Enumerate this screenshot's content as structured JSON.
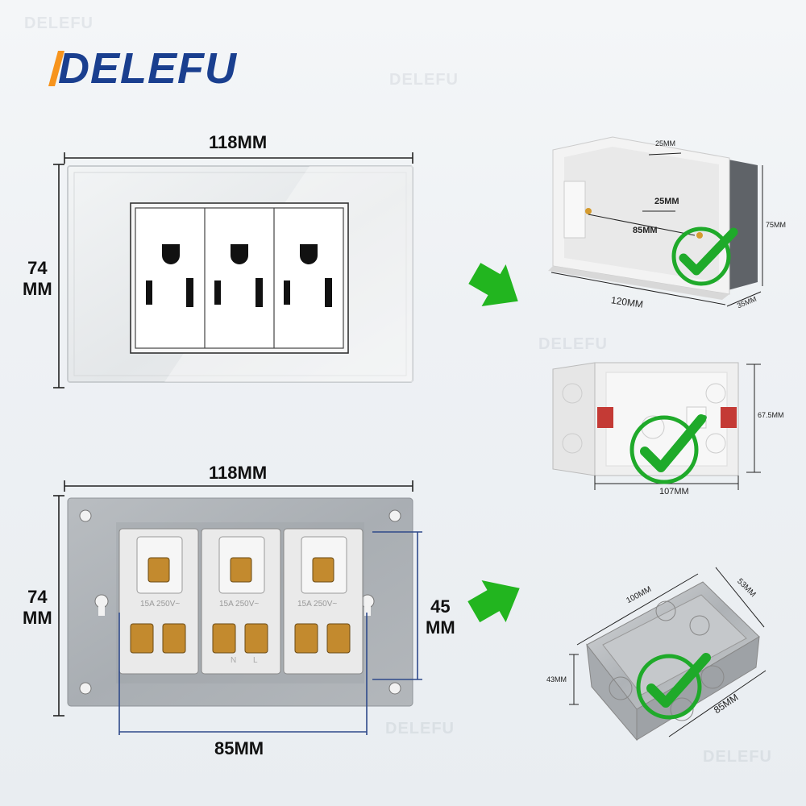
{
  "brand": {
    "logo_text": "DELEFU",
    "watermark": "DELEFU",
    "logo_color": "#1a3f8f",
    "accent_orange": "#f7941d"
  },
  "top_panel": {
    "width_label": "118MM",
    "height_label_line1": "74",
    "height_label_line2": "MM"
  },
  "bottom_panel": {
    "width_label": "118MM",
    "height_label_line1": "74",
    "height_label_line2": "MM",
    "inner_height_line1": "45",
    "inner_height_line2": "MM",
    "spacing_label": "85MM",
    "socket_ratings": [
      "15A 250V~",
      "15A 250V~",
      "15A 250V~"
    ],
    "terminal_labels": [
      "N",
      "L"
    ]
  },
  "box_white": {
    "slot_label": "25MM",
    "inner_small_label": "25MM",
    "inner_long_label": "85MM",
    "length_label": "120MM",
    "height_label": "75MM",
    "depth_label": "35MM"
  },
  "box_cassette": {
    "height_label": "67.5MM",
    "length_label": "107MM"
  },
  "box_metal": {
    "length_label": "100MM",
    "width_label": "53MM",
    "height_label": "43MM",
    "depth_label": "85MM"
  },
  "colors": {
    "check_green": "#1faa2a",
    "arrow_green": "#22b51f",
    "dim_line": "#2f4a8a"
  }
}
